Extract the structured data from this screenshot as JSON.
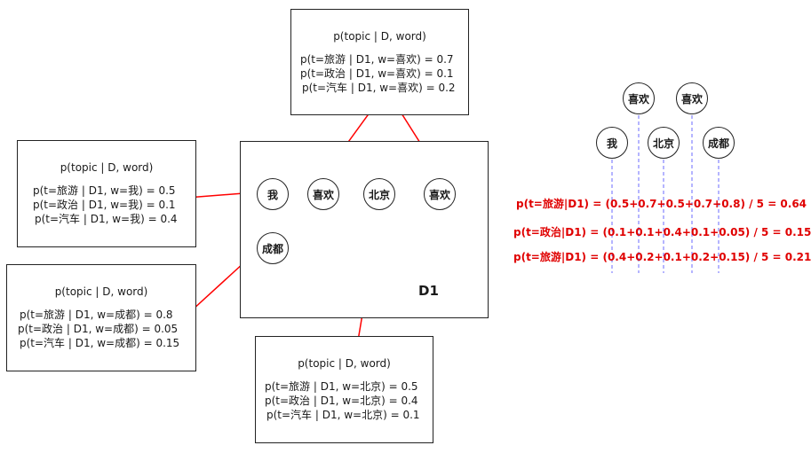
{
  "doc_box": {
    "label": "D1",
    "words": [
      "我",
      "喜欢",
      "北京",
      "喜欢",
      "成都"
    ]
  },
  "boxes": {
    "xihuan": {
      "title": "p(topic | D, word)",
      "lines": [
        "p(t=旅游 | D1, w=喜欢) = 0.7",
        "p(t=政治 | D1, w=喜欢) = 0.1",
        "p(t=汽车 | D1, w=喜欢) = 0.2"
      ]
    },
    "wo": {
      "title": "p(topic | D, word)",
      "lines": [
        "p(t=旅游 | D1, w=我) = 0.5",
        "p(t=政治 | D1, w=我) = 0.1",
        "p(t=汽车 | D1, w=我) = 0.4"
      ]
    },
    "chengdu": {
      "title": "p(topic | D, word)",
      "lines": [
        "p(t=旅游 | D1, w=成都) = 0.8",
        "p(t=政治 | D1, w=成都) = 0.05",
        "p(t=汽车 | D1, w=成都) = 0.15"
      ]
    },
    "beijing": {
      "title": "p(topic | D, word)",
      "lines": [
        "p(t=旅游 | D1, w=北京) = 0.5",
        "p(t=政治 | D1, w=北京) = 0.4",
        "p(t=汽车 | D1, w=北京) = 0.1"
      ]
    }
  },
  "word_nodes": [
    "喜欢",
    "喜欢",
    "我",
    "北京",
    "成都"
  ],
  "formulas": [
    "p(t=旅游|D1) = (0.5+0.7+0.5+0.7+0.8) / 5 = 0.64",
    "p(t=政治|D1) = (0.1+0.1+0.4+0.1+0.05) / 5 = 0.15",
    "p(t=旅游|D1) = (0.4+0.2+0.1+0.2+0.15) / 5 = 0.21"
  ],
  "colors": {
    "arrow": "#ff0000",
    "dashed": "#6b6bff",
    "formula": "#e00000"
  }
}
